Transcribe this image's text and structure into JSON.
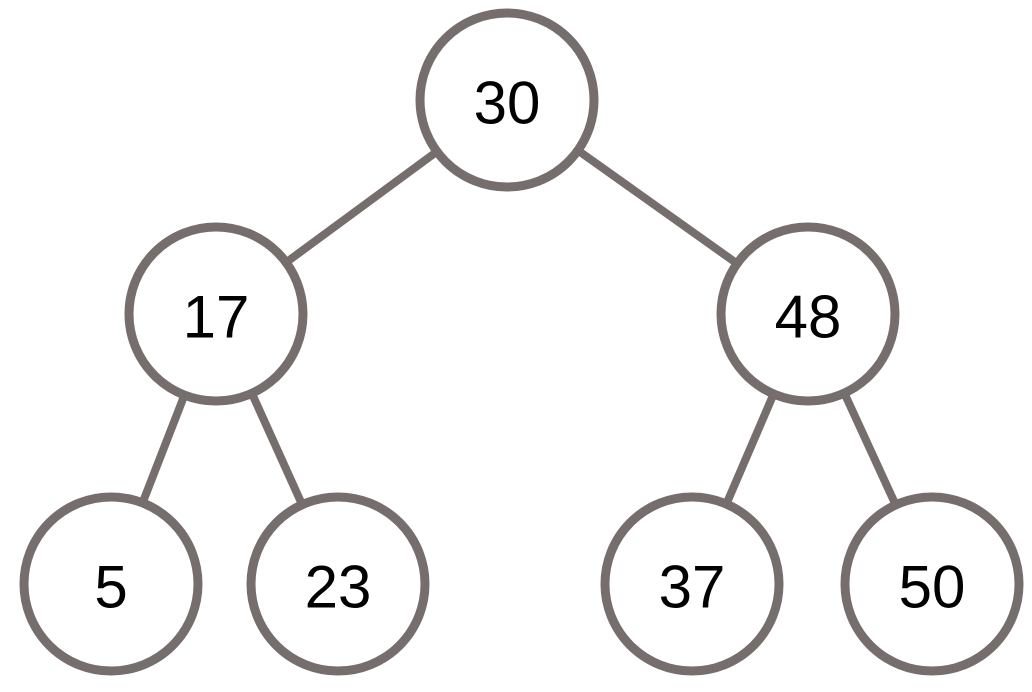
{
  "diagram": {
    "type": "binary-search-tree",
    "nodes": [
      {
        "id": "30",
        "label": "30",
        "role": "root"
      },
      {
        "id": "17",
        "label": "17",
        "role": "left-child-of-30"
      },
      {
        "id": "48",
        "label": "48",
        "role": "right-child-of-30"
      },
      {
        "id": "5",
        "label": "5",
        "role": "left-child-of-17"
      },
      {
        "id": "23",
        "label": "23",
        "role": "right-child-of-17"
      },
      {
        "id": "37",
        "label": "37",
        "role": "left-child-of-48"
      },
      {
        "id": "50",
        "label": "50",
        "role": "right-child-of-48"
      }
    ],
    "edges": [
      {
        "from": "30",
        "to": "17"
      },
      {
        "from": "30",
        "to": "48"
      },
      {
        "from": "17",
        "to": "5"
      },
      {
        "from": "17",
        "to": "23"
      },
      {
        "from": "48",
        "to": "37"
      },
      {
        "from": "48",
        "to": "50"
      }
    ],
    "colors": {
      "stroke": "#756e6d",
      "text": "#000000",
      "node_fill": "#ffffff",
      "background": "#ffffff"
    }
  }
}
